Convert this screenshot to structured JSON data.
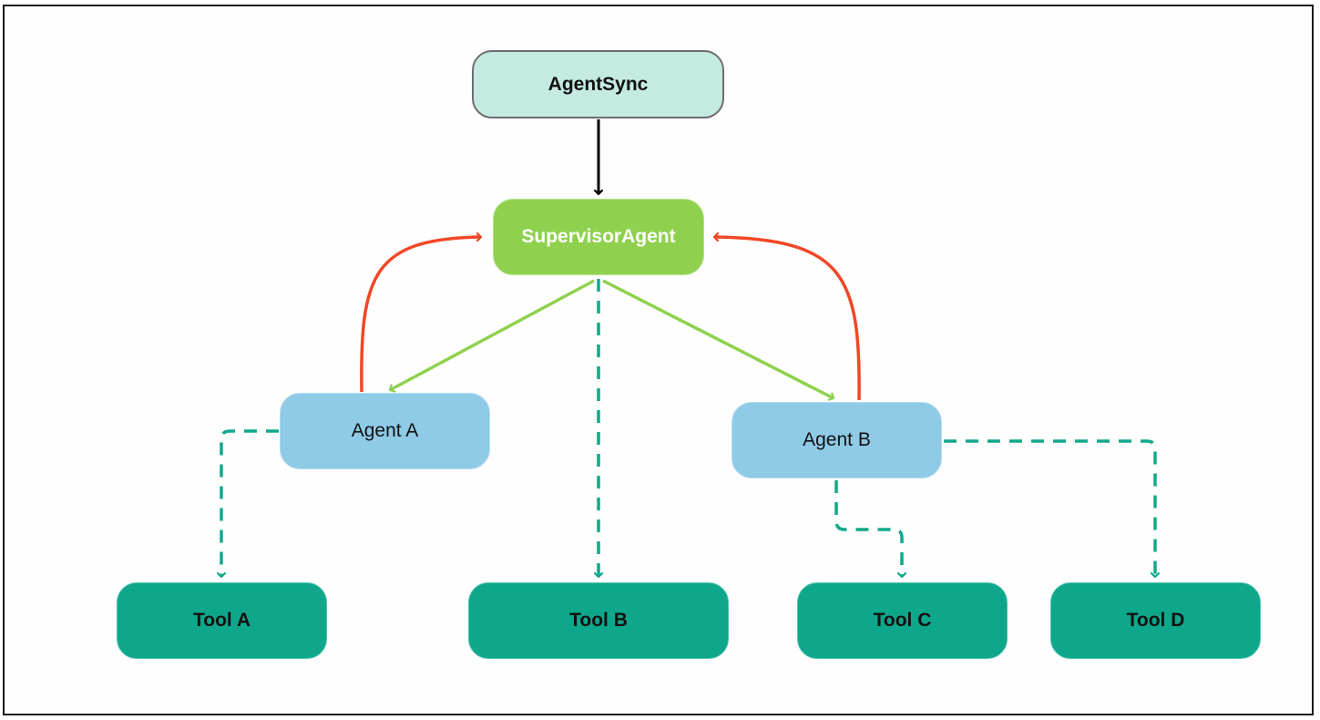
{
  "diagram": {
    "nodes": {
      "agentsync": "AgentSync",
      "supervisor": "SupervisorAgent",
      "agent_a": "Agent A",
      "agent_b": "Agent B",
      "tool_a": "Tool A",
      "tool_b": "Tool B",
      "tool_c": "Tool C",
      "tool_d": "Tool D"
    },
    "edges": [
      {
        "from": "AgentSync",
        "to": "SupervisorAgent",
        "style": "solid",
        "color": "#000000"
      },
      {
        "from": "SupervisorAgent",
        "to": "Agent A",
        "style": "solid",
        "color": "#8fd14f"
      },
      {
        "from": "SupervisorAgent",
        "to": "Agent B",
        "style": "solid",
        "color": "#8fd14f"
      },
      {
        "from": "Agent A",
        "to": "SupervisorAgent",
        "style": "solid",
        "color": "#f24726"
      },
      {
        "from": "Agent B",
        "to": "SupervisorAgent",
        "style": "solid",
        "color": "#f24726"
      },
      {
        "from": "SupervisorAgent",
        "to": "Tool B",
        "style": "dashed",
        "color": "#12a88a"
      },
      {
        "from": "Agent A",
        "to": "Tool A",
        "style": "dashed",
        "color": "#12a88a"
      },
      {
        "from": "Agent B",
        "to": "Tool C",
        "style": "dashed",
        "color": "#12a88a"
      },
      {
        "from": "Agent B",
        "to": "Tool D",
        "style": "dashed",
        "color": "#12a88a"
      }
    ],
    "colors": {
      "root_fill": "#c4eae1",
      "supervisor_fill": "#8fd14f",
      "agent_fill": "#8fcae7",
      "tool_fill": "#0ea78c",
      "delegate_arrow": "#8fd14f",
      "report_arrow": "#f24726",
      "tool_arrow": "#12a88a"
    }
  }
}
